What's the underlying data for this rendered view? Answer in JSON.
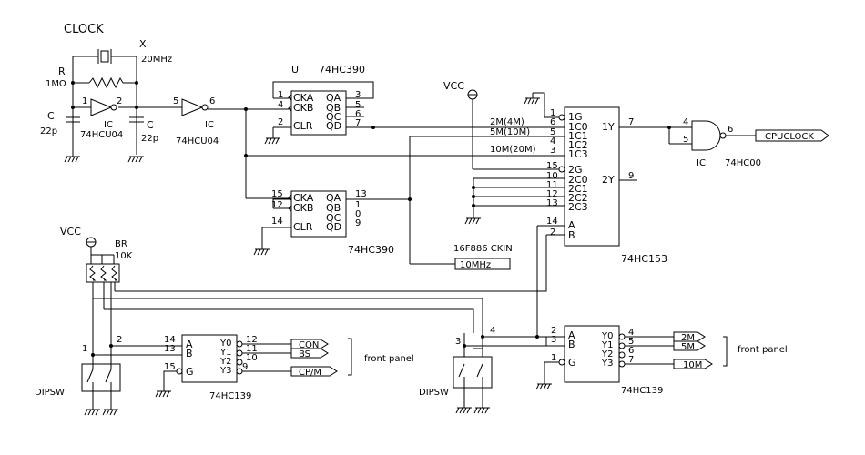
{
  "title": "CLOCK",
  "crystal": {
    "ref": "X",
    "value": "20MHz"
  },
  "resistor": {
    "ref": "R",
    "value": "1MΩ"
  },
  "cap_left": {
    "ref": "C",
    "value": "22p"
  },
  "cap_right": {
    "ref": "C",
    "value": "22p"
  },
  "inv1": {
    "ref": "IC",
    "part": "74HCU04",
    "pin_in": "1",
    "pin_out": "2"
  },
  "inv2": {
    "ref": "IC",
    "part": "74HCU04",
    "pin_in": "5",
    "pin_out": "6"
  },
  "u390a": {
    "ref": "U",
    "part": "74HC390",
    "labels": [
      "CKA",
      "CKB",
      "CLR",
      "QA",
      "QB",
      "QC",
      "QD"
    ],
    "pins_left": [
      "1",
      "4",
      "2"
    ],
    "pins_right": [
      "3",
      "5",
      "6",
      "7"
    ]
  },
  "u390b": {
    "part": "74HC390",
    "labels": [
      "CKA",
      "CKB",
      "CLR",
      "QA",
      "QB",
      "QC",
      "QD"
    ],
    "pins_left": [
      "15",
      "12",
      "14"
    ],
    "pins_right": [
      "13",
      "1",
      "0",
      "9"
    ]
  },
  "mux153": {
    "part": "74HC153",
    "labels": [
      "1G",
      "1C0",
      "1C1",
      "1C2",
      "1C3",
      "2G",
      "2C0",
      "2C1",
      "2C2",
      "2C3",
      "A",
      "B",
      "1Y",
      "2Y"
    ],
    "pins_left": [
      "1",
      "6",
      "5",
      "4",
      "3",
      "15",
      "10",
      "11",
      "12",
      "13",
      "14",
      "2"
    ],
    "pins_right": [
      "7",
      "9"
    ],
    "inputs": [
      "2M(4M)",
      "5M(10M)",
      "10M(20M)"
    ]
  },
  "nand": {
    "ref": "IC",
    "part": "74HC00",
    "pins_in": [
      "4",
      "5"
    ],
    "pin_out": "6"
  },
  "cpuclock": "CPUCLOCK",
  "cpu_ckin": {
    "label": "16F886 CKIN",
    "value": "10MHz"
  },
  "vcc_top": "VCC",
  "vcc_left": "VCC",
  "br": {
    "ref": "BR",
    "value": "10K"
  },
  "dipsw_left": {
    "label": "DIPSW",
    "pins": [
      "1",
      "2"
    ]
  },
  "dipsw_right": {
    "label": "DIPSW",
    "pins": [
      "3",
      "4"
    ]
  },
  "dec_left": {
    "part": "74HC139",
    "labels": [
      "A",
      "B",
      "G",
      "Y0",
      "Y1",
      "Y2",
      "Y3"
    ],
    "pins_left": [
      "14",
      "13",
      "15"
    ],
    "pins_right": [
      "12",
      "11",
      "10",
      "9"
    ],
    "outputs": [
      "CON",
      "BS",
      "CP/M"
    ]
  },
  "dec_right": {
    "part": "74HC139",
    "labels": [
      "A",
      "B",
      "G",
      "Y0",
      "Y1",
      "Y2",
      "Y3"
    ],
    "pins_left": [
      "2",
      "3",
      "1"
    ],
    "pins_right": [
      "4",
      "5",
      "6",
      "7"
    ],
    "outputs": [
      "2M",
      "5M",
      "10M"
    ]
  },
  "front_panel_left": "front panel",
  "front_panel_right": "front panel"
}
